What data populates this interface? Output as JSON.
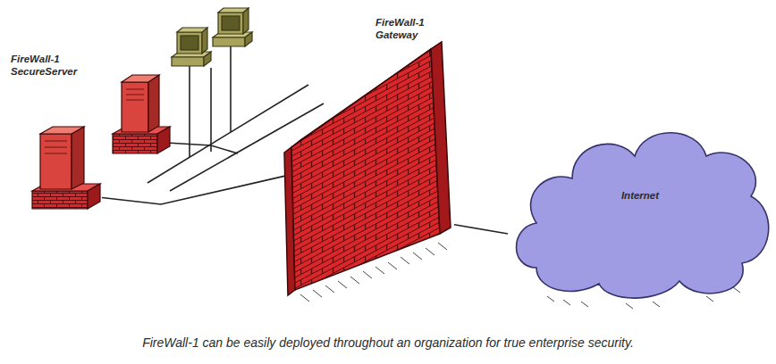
{
  "diagram": {
    "caption": "FireWall-1 can be easily deployed throughout an organization for true enterprise security.",
    "nodes": [
      {
        "text": [
          "FireWall-1 SecureServer"
        ]
      },
      {
        "text": [
          "FireWall-1 Gateway"
        ]
      },
      {
        "text": [
          "Internet"
        ]
      }
    ],
    "edges": [
      {
        "from": 0,
        "to": 1,
        "arrow": "none"
      },
      {
        "from": 1,
        "to": 2,
        "arrow": "none"
      }
    ]
  }
}
